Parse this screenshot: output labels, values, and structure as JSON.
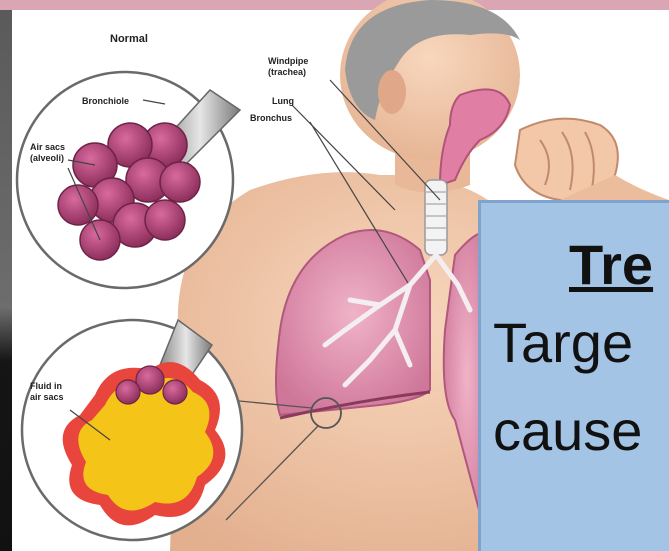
{
  "diagram": {
    "labels": {
      "normal": "Normal",
      "bronchiole": "Bronchiole",
      "air_sacs_line1": "Air sacs",
      "air_sacs_line2": "(alveoli)",
      "windpipe_line1": "Windpipe",
      "windpipe_line2": "(trachea)",
      "lung": "Lung",
      "bronchus": "Bronchus",
      "fluid_line1": "Fluid in",
      "fluid_line2": "air sacs"
    }
  },
  "panel": {
    "heading": "Tre",
    "line1": "Targe",
    "line2": "cause"
  },
  "colors": {
    "top_banner": "#dba6b3",
    "background": "#ffffff",
    "skin": "#f2c8a9",
    "lung": "#e296b2",
    "alveoli": "#b04a7c",
    "fluid": "#f5c419",
    "fluid_border": "#e8453c",
    "panel": "#a4c4e6",
    "left_strip_dark": "#1a1a1a"
  }
}
